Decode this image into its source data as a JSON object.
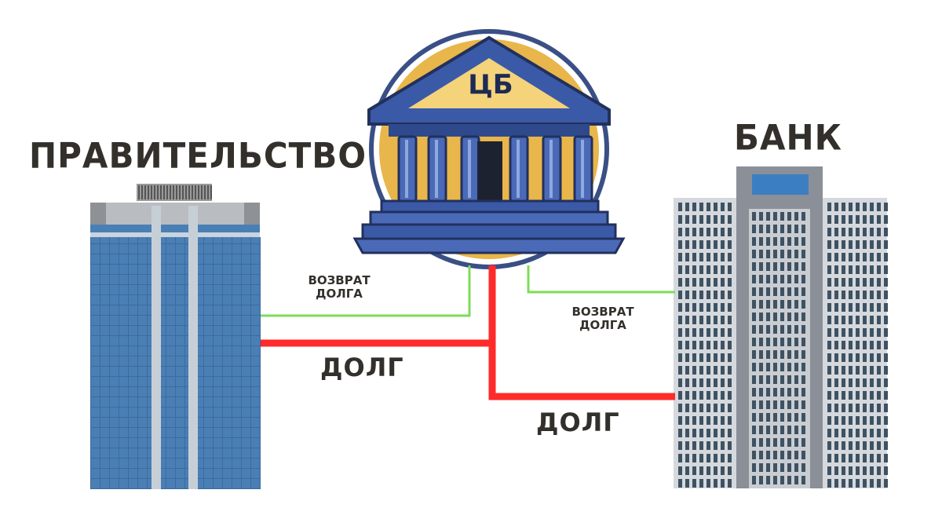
{
  "nodes": {
    "government": {
      "label": "ПРАВИТЕЛЬСТВО"
    },
    "central_bank": {
      "label": "ЦБ"
    },
    "bank": {
      "label": "БАНК"
    }
  },
  "flows": {
    "gov_debt": {
      "label": "ДОЛГ",
      "color": "#ff2b2b"
    },
    "bank_debt": {
      "label": "ДОЛГ",
      "color": "#ff2b2b"
    },
    "gov_repayment": {
      "label_line1": "ВОЗВРАТ",
      "label_line2": "ДОЛГА",
      "color": "#7ddc5a"
    },
    "bank_repayment": {
      "label_line1": "ВОЗВРАТ",
      "label_line2": "ДОЛГА",
      "color": "#7ddc5a"
    }
  },
  "colors": {
    "gov_building": "#4a7fb5",
    "bank_building": "#8a8f98",
    "cb_circle": "#e8b64a",
    "cb_building": "#3a5aa8"
  }
}
